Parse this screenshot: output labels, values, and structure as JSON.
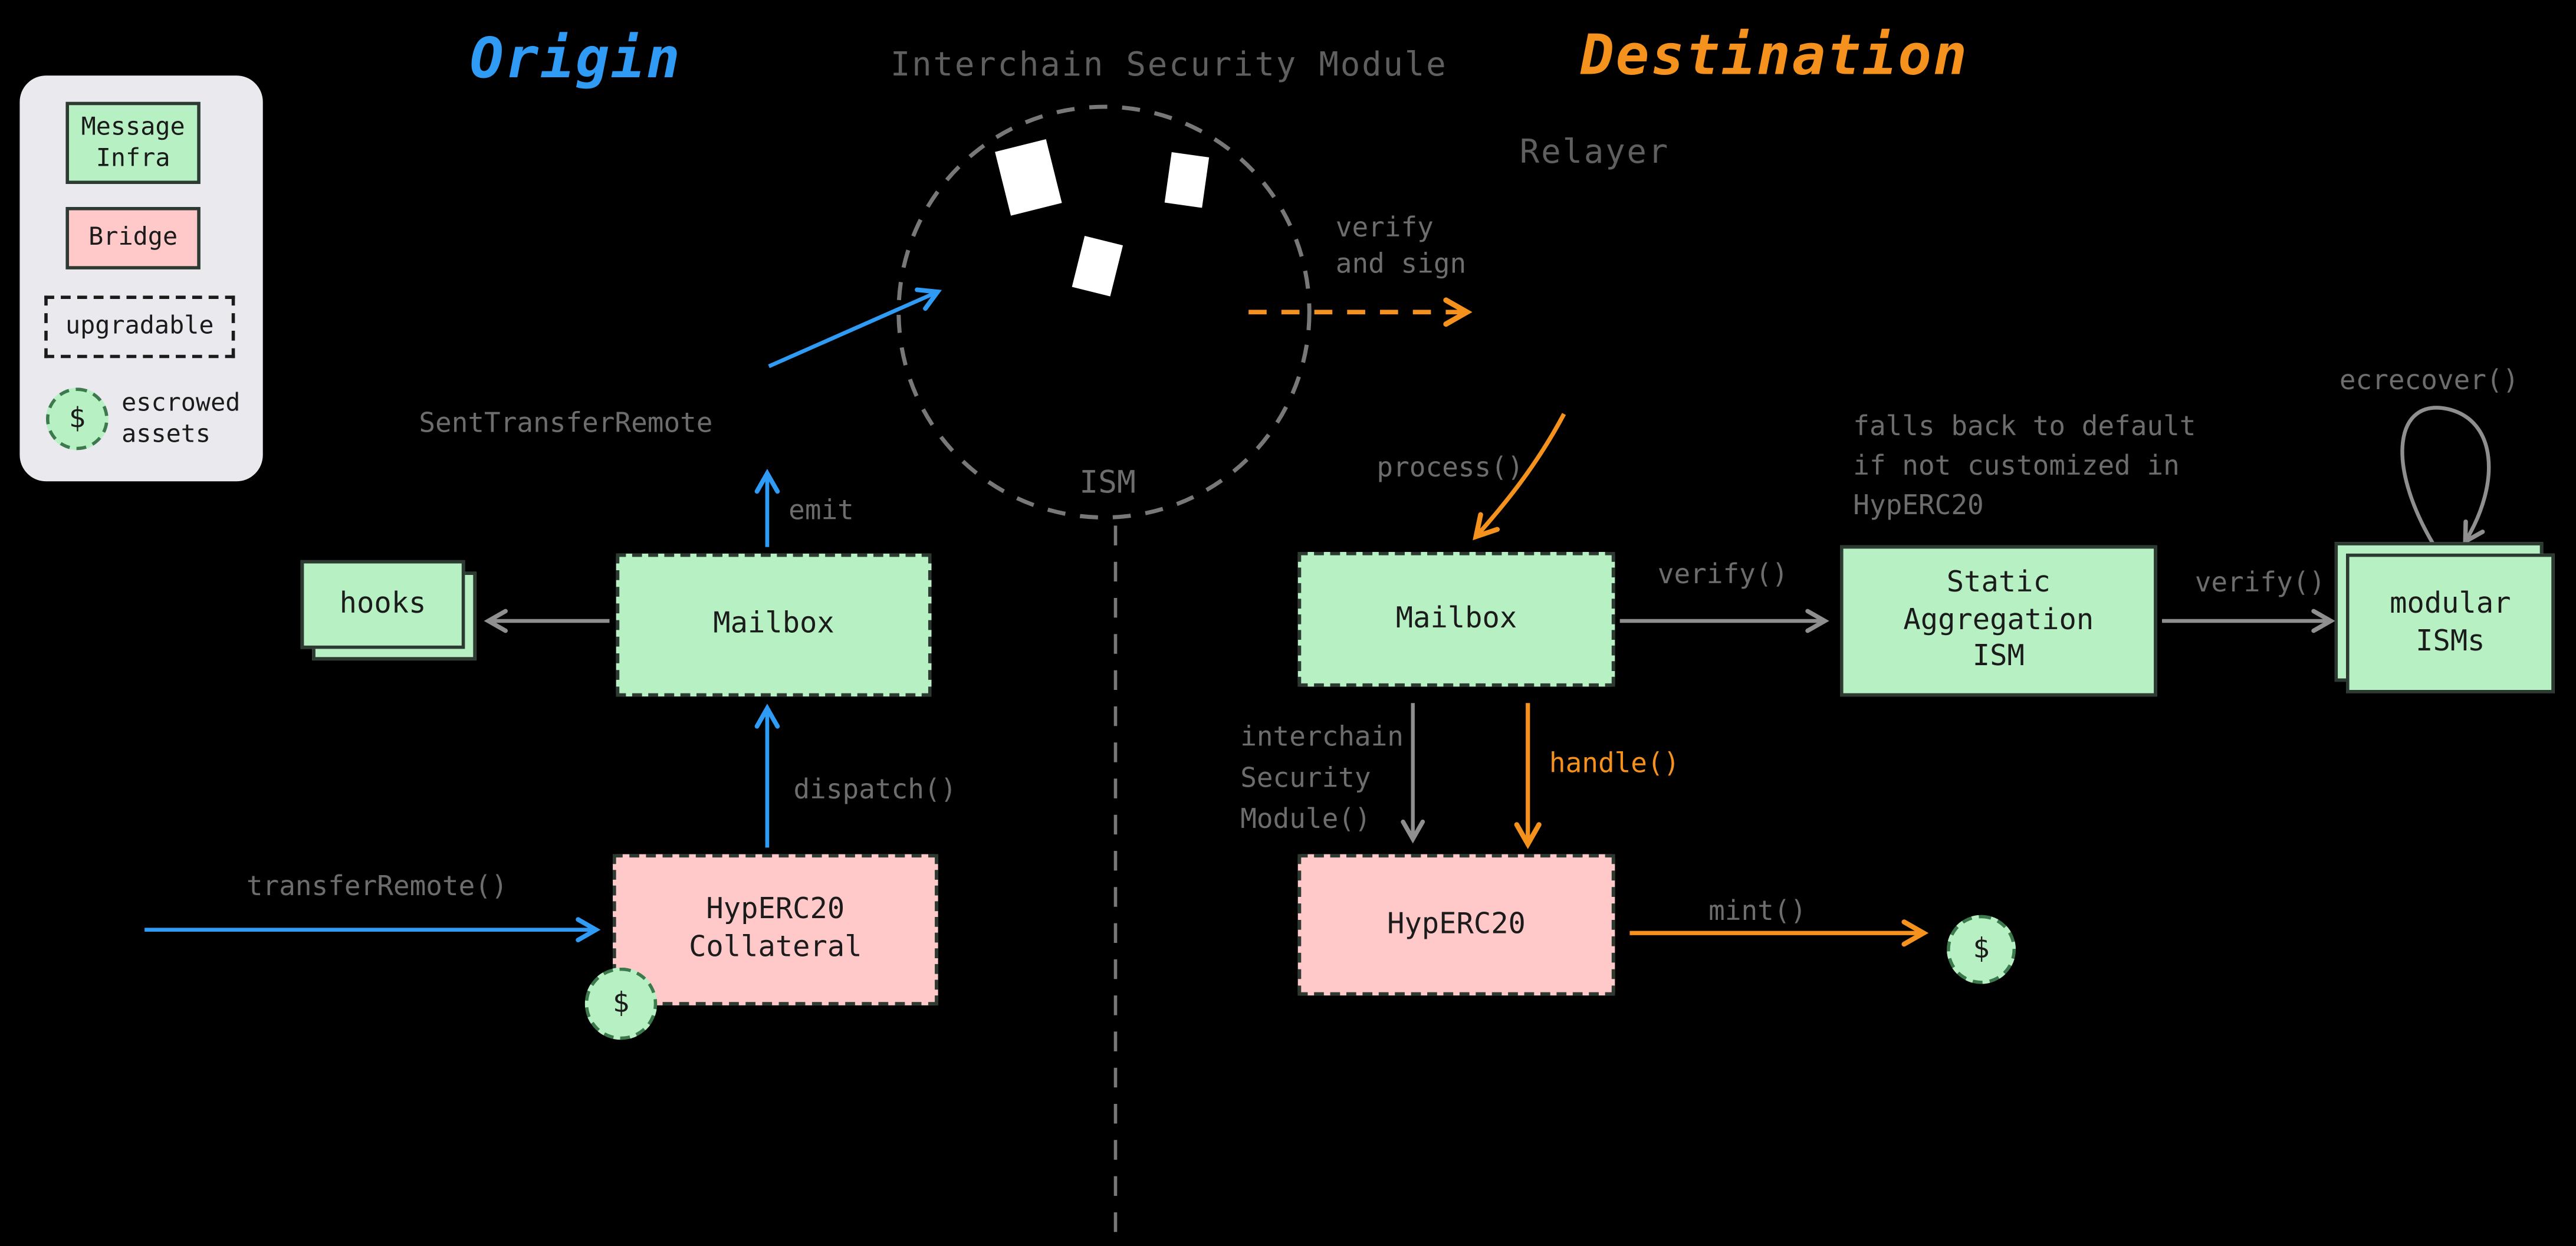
{
  "colors": {
    "blue": "#2f9bf5",
    "orange": "#f5921d",
    "green_fill": "#b7f0c3",
    "pink_fill": "#ffc9c9",
    "gray_label": "#6d6d6d",
    "legend_bg": "#e9e9ee"
  },
  "header": {
    "origin": "Origin",
    "ism_module": "Interchain Security Module",
    "destination": "Destination",
    "relayer": "Relayer"
  },
  "legend": {
    "message_infra": "Message\nInfra",
    "bridge": "Bridge",
    "upgradable": "upgradable",
    "escrow_symbol": "$",
    "escrowed_assets": "escrowed\nassets"
  },
  "ism_circle": {
    "label": "ISM"
  },
  "labels": {
    "sent_transfer_remote": "SentTransferRemote",
    "emit": "emit",
    "dispatch": "dispatch()",
    "transfer_remote": "transferRemote()",
    "verify_and_sign": "verify\nand sign",
    "process": "process()",
    "verify_mailbox": "verify()",
    "verify_static": "verify()",
    "ecrecover": "ecrecover()",
    "falls_back": "falls back to default\nif not customized in\nHypERC20",
    "interchain_security_module": "interchain\nSecurity\nModule()",
    "handle": "handle()",
    "mint": "mint()"
  },
  "boxes": {
    "hooks": "hooks",
    "mailbox_origin": "Mailbox",
    "hyperc20_collateral": "HypERC20\nCollateral",
    "mailbox_destination": "Mailbox",
    "static_aggregation_ism": "Static\nAggregation\nISM",
    "modular_isms": "modular\nISMs",
    "hyperc20": "HypERC20",
    "escrow_origin": "$",
    "escrow_destination": "$"
  }
}
